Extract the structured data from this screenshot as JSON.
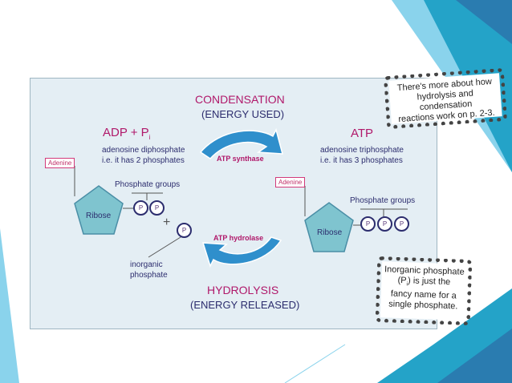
{
  "diagram": {
    "condensation": {
      "title": "CONDENSATION",
      "subtitle": "(ENERGY USED)",
      "enzyme": "ATP synthase"
    },
    "hydrolysis": {
      "title": "HYDROLYSIS",
      "subtitle": "(ENERGY RELEASED)",
      "enzyme": "ATP hydrolase"
    },
    "adp": {
      "label": "ADP + P",
      "label_sub": "i",
      "desc_line1": "adenosine diphosphate",
      "desc_line2": "i.e. it has 2 phosphates",
      "adenine": "Adenine",
      "ribose": "Ribose",
      "phosphate_groups": "Phosphate groups",
      "p": "P",
      "plus": "+",
      "inorganic_line1": "inorganic",
      "inorganic_line2": "phosphate"
    },
    "atp": {
      "label": "ATP",
      "desc_line1": "adenosine triphosphate",
      "desc_line2": "i.e. it has 3 phosphates",
      "adenine": "Adenine",
      "ribose": "Ribose",
      "phosphate_groups": "Phosphate groups",
      "p": "P"
    },
    "note_top": {
      "line1": "There's more about how",
      "line2": "hydrolysis and condensation",
      "line3": "reactions work on p. 2-3."
    },
    "note_bottom": {
      "line1": "Inorganic phosphate",
      "line2_a": "(P",
      "line2_sub": "i",
      "line2_b": ") is just the",
      "line3": "fancy name for a",
      "line4": "single phosphate."
    }
  },
  "colors": {
    "magenta": "#b0186a",
    "navy": "#2c2d6e",
    "arrow_blue": "#2f8fcc",
    "pentagon": "#7fc4cf",
    "accent_teal": "#24a3c8"
  }
}
